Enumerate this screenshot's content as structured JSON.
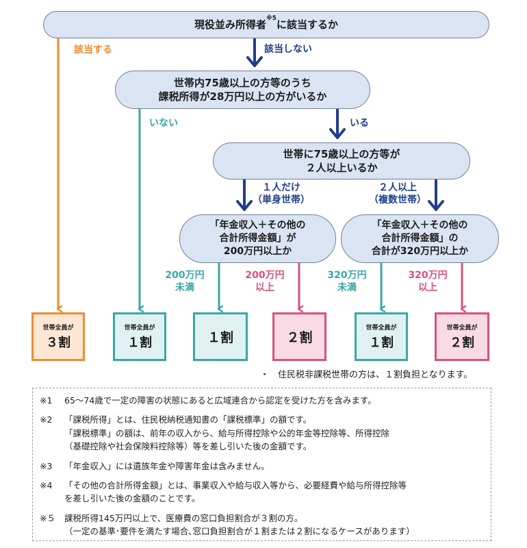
{
  "q1": {
    "text": "現役並み所得者",
    "mark": "※5",
    "suffix": "に該当するか"
  },
  "q2": {
    "lines": [
      "世帯内75歳以上の方等のうち",
      "課税所得が28万円以上の方がいるか"
    ]
  },
  "q3": {
    "lines": [
      "世帯に75歳以上の方等が",
      "２人以上いるか"
    ]
  },
  "q4": {
    "lines": [
      "「年金収入＋その他の",
      "合計所得金額」が",
      "200万円以上か"
    ]
  },
  "q5": {
    "lines": [
      "「年金収入＋その他の",
      "合計所得金額」の",
      "合計が320万円以上か"
    ]
  },
  "labels": {
    "applies": "該当する",
    "not_applies": "該当しない",
    "none": "いない",
    "exists": "いる",
    "single": [
      "１人だけ",
      "（単身世帯）"
    ],
    "multiple": [
      "２人以上",
      "（複数世帯）"
    ],
    "under200": [
      "200万円",
      "未満"
    ],
    "over200": [
      "200万円",
      "以上"
    ],
    "under320": [
      "320万円",
      "未満"
    ],
    "over320": [
      "320万円",
      "以上"
    ]
  },
  "results": {
    "r1": {
      "small": "世帯全員が",
      "big": "３割"
    },
    "r2": {
      "small": "世帯全員が",
      "big": "１割"
    },
    "r3": {
      "big": "１割"
    },
    "r4": {
      "big": "２割"
    },
    "r5": {
      "small": "世帯全員が",
      "big": "１割"
    },
    "r6": {
      "small": "世帯全員が",
      "big": "２割"
    }
  },
  "note_main": "・　住民税非課税世帯の方は、１割負担となります。",
  "footnotes": [
    {
      "mark": "※1",
      "lines": [
        "65～74歳で一定の障害の状態にあると広域連合から認定を受けた方を含みます。"
      ]
    },
    {
      "mark": "※2",
      "lines": [
        "「課税所得」とは、住民税納税通知書の「課税標準」の額です。",
        "「課税標準」の額は、前年の収入から、給与所得控除や公的年金等控除等、所得控除",
        "（基礎控除や社会保険料控除等）等を差し引いた後の金額です。"
      ]
    },
    {
      "mark": "※3",
      "lines": [
        "「年金収入」には遺族年金や障害年金は含みません。"
      ]
    },
    {
      "mark": "※4",
      "lines": [
        "「その他の合計所得金額」とは、事業収入や給与収入等から、必要経費や給与所得控除等",
        "を差し引いた後の金額のことです。"
      ]
    },
    {
      "mark": "※５",
      "lines": [
        "課税所得145万円以上で、医療費の窓口負担割合が３割の方。",
        "（一定の基準･要件を満たす場合､窓口負担割合が１割または２割になるケースがあります）"
      ]
    }
  ],
  "colors": {
    "orange": "#f08a2f",
    "navy": "#1f3d8c",
    "teal": "#3aa6a6",
    "pink": "#dc4f7d",
    "node_fill": "#dbe4f2"
  }
}
